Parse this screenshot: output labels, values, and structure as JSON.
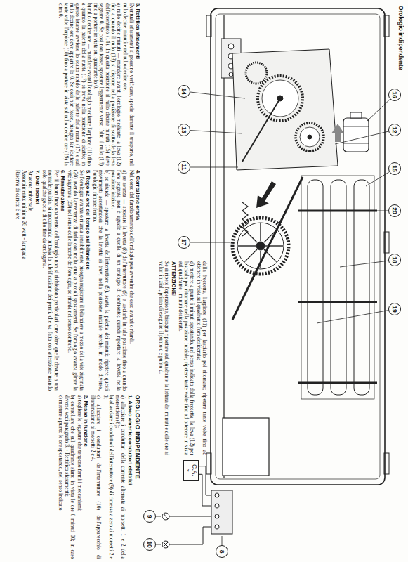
{
  "diagram": {
    "title": "Orologio indipendente",
    "nodes": [
      {
        "text": [
          "C.A.",
          "~"
        ]
      }
    ],
    "labels": [
      "14",
      "13",
      "11",
      "17",
      "16",
      "12",
      "15",
      "20",
      "18",
      "19",
      "8",
      "9",
      "10",
      "OROLOGIO INDIPENDENTE",
      "1. Allacciamento conduttori elettrici",
      "a) allacciare i conduttori della corrente alternata ai morsetti 1 e 2 della morsettiera (8);",
      "b) allacciare i conduttori dell'interruttore (9) di rimessa a zero ai morsetti 2 e 3;",
      "c) allacciare i conduttori dell'interruttore (10) dell'apparecchio di illuminazione ai morsetti 2 e 4.",
      "2. Messa in funzione",
      "a) togliere le legature che tengono fermi i meccanismi;",
      "b) controllare che sul quadrante siano in vista le ore 0 minuti 00; in caso diverso vedi paragrafo 3. - Rettifica sfasamenti;",
      "c) mettere a punto le ore spostando, nel senso indicato",
      "dalla freccetta, l'arpione (11) per lasciarlo poi ritornare; ripetere tante volte fino ad ottenere in vista sul quadrante l'ora desiderata;",
      "d) mettere a punto i minuti spostando, nel senso indicato dalla freccetta, la leva (12) per lasciarla poi ritornare nella posizione iniziale; ripetere tante volte fino ad ottenere in vista sul quadrante i minuti desiderati.",
      "ATTENZIONE!",
      "Se si ripete l'operazione, bisogna riportare sul quadrante la lettura dei minuti e delle ore ai valori iniziali, prima di eseguire il punto c e punto d.",
      "3. Rettifica sfasamenti",
      "Eventuali sfasamenti si possono verificare, specie durante il trasporto, nel rullo decine minuti e nel rullo decine ore.",
      "a) rullo decine minuti — mandare avanti l'orologio mediante la leva (12) fino a quando il rullo (13) si dispone nella posizione di scatto della leva dell'eccentrico (14). In questa posizione il rullo decine minuti (15) deve segnare 0. Se così non fosse, spostare leggermente verso l'alto il rullo (16) fino a portare in vista sul quadrante lo 0.",
      "b) rullo decine ore — mandare avanti l'orologio mediante l'arpione (11) fino a quando la paletta della ruota (17) si trova nella posizione di scatto; in questo istante avviene lo scatto rapido delle palette della ruota (17) e sul rullo decine ore deve apparire lo 0. Se così non fosse, bisogna far scattare tante volte l'arpione (18) fino a portare in vista sul rullo decine ore (19) la cifra 0.",
      "4. Correzione oraria",
      "Nel corso del funzionamento dell'orologio può avvenire che esso avanzi o ritardi.",
      "a) se avanza — spostare la levetta (8) dell'interruttore (9) e lasciarla in tale posizione fino a quando l'ora segnata non è uguale a quella di un orologio di confronto; quindi riportare la levetta nella posizione iniziale.",
      "b) se ritarda — spostare la levetta dell'interruttore (9), scatta la paletta dei minuti; ripetere questi movimenti accertandosi che la levetta si trovi nella posizione iniziale perché, in modo diverso, l'orologio rimane fermo.",
      "5. Regolazione del tempo sul bilanciere",
      "Se l'orologio avanza o ritarda sensibilmente bisogna registrare il bilanciere a mezzo della vite zigrinata (20) avendo l'avvertenza di farlo con molta cura a piccoli spostamenti. Se l'orologio avanza girare la vite zigrinata (20) nel senso delle lancette dell'orologio, se ritarda nel senso contrario.",
      "6. Manutenzione",
      "Per il buon funzionamento dell'orologio non si richiedono particolari cure oltre quelle dovute a una normale pulizia; si raccomanda tuttavia la lubrificazione dei perni, che va fatta con attenzione usando solo qualche goccia di olio fine da orologeria.",
      "7. Dati tecnici",
      "Attacco: universale",
      "Assorbimento: minimo 26 watt - lampada",
      "Riserva di carica: 6 ore"
    ]
  }
}
